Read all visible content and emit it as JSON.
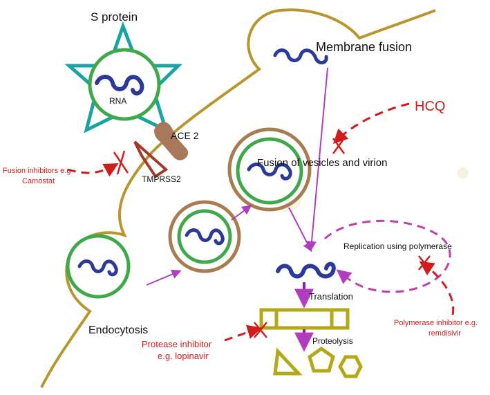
{
  "labels": {
    "s_protein": "S protein",
    "rna": "RNA",
    "ace2": "ACE 2",
    "tmprss2": "TMPRSS2",
    "membrane_fusion": "Membrane fusion",
    "hcq": "HCQ",
    "fusion_vesicles": "Fusion of vesicles and virion",
    "fusion_inhibitors_line1": "Fusion inhibitors e.g",
    "fusion_inhibitors_line2": "Camostat",
    "replication": "Replication using polymerase",
    "translation": "Translation",
    "endocytosis": "Endocytosis",
    "protease_line1": "Protease inhibitor",
    "protease_line2": "e.g. lopinavir",
    "proteolysis": "Proteolysis",
    "polymerase_line1": "Polymerase inhibitor e.g.",
    "polymerase_line2": "remdisivir"
  },
  "colors": {
    "membrane": "#b8962e",
    "virus_ring": "#3fa84a",
    "vesicle_ring": "#a87c4e",
    "spike": "#1aa3a3",
    "rna": "#2b3a9a",
    "ace2": "#a7785a",
    "tmprss2": "#a13a2a",
    "arrow": "#b13cc0",
    "inhibitor": "#d11c1c",
    "protein": "#b3a816",
    "replication_loop": "#c040a8"
  }
}
